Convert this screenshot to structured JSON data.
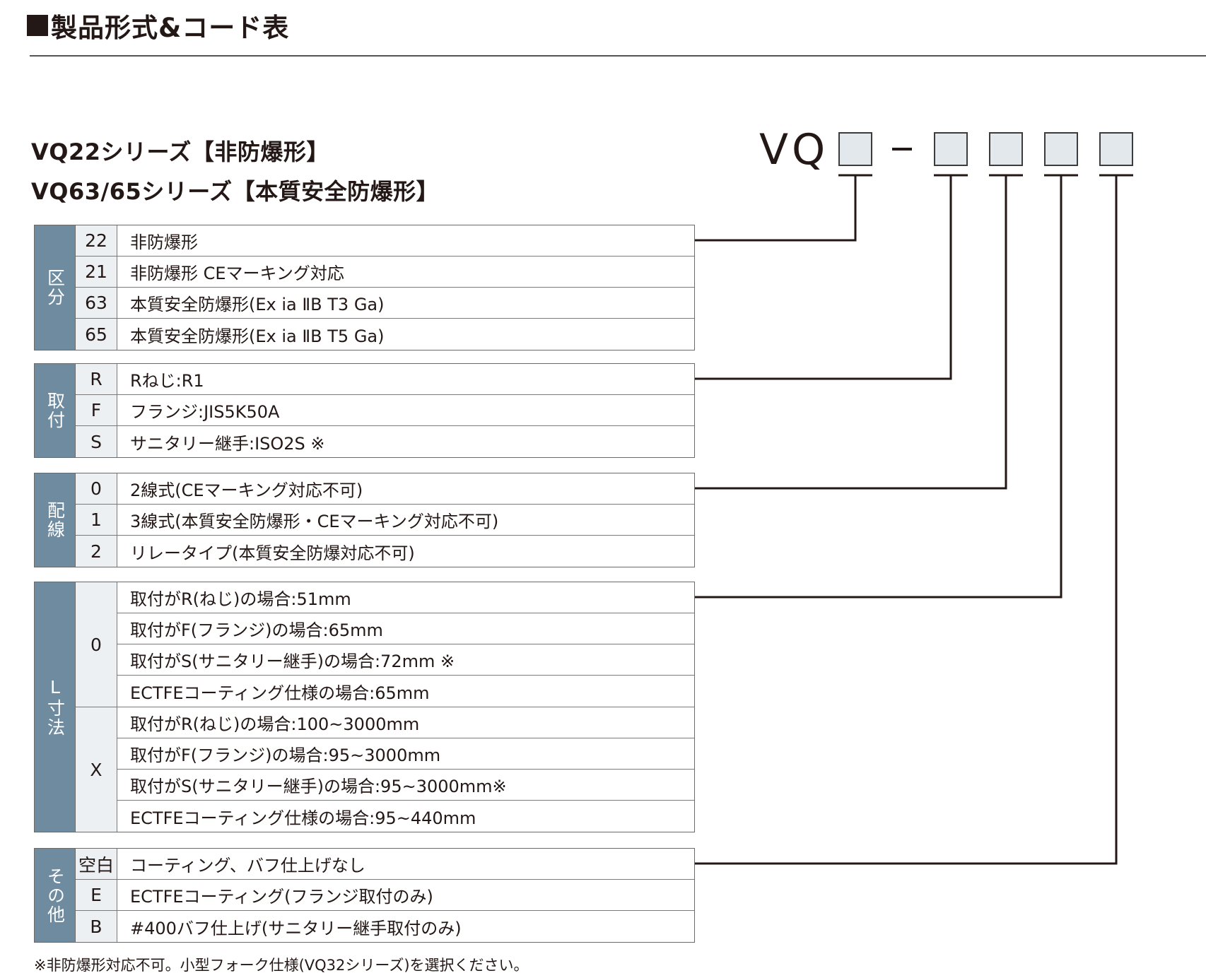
{
  "title": "製品形式&コード表",
  "series": {
    "line1": "VQ22シリーズ【非防爆形】",
    "line2": "VQ63/65シリーズ【本質安全防爆形】"
  },
  "code": {
    "prefix": "VQ"
  },
  "kubun": {
    "label": "区分",
    "rows": [
      {
        "code": "22",
        "desc": "非防爆形"
      },
      {
        "code": "21",
        "desc": "非防爆形 CEマーキング対応"
      },
      {
        "code": "63",
        "desc": "本質安全防爆形(Ex ia ⅡB T3 Ga)"
      },
      {
        "code": "65",
        "desc": "本質安全防爆形(Ex ia ⅡB T5 Ga)"
      }
    ]
  },
  "toritsuke": {
    "label": "取付",
    "rows": [
      {
        "code": "R",
        "desc": "Rねじ:R1"
      },
      {
        "code": "F",
        "desc": "フランジ:JIS5K50A"
      },
      {
        "code": "S",
        "desc": "サニタリー継手:ISO2S ※"
      }
    ]
  },
  "haisen": {
    "label": "配線",
    "rows": [
      {
        "code": "0",
        "desc": "2線式(CEマーキング対応不可)"
      },
      {
        "code": "1",
        "desc": "3線式(本質安全防爆形・CEマーキング対応不可)"
      },
      {
        "code": "2",
        "desc": "リレータイプ(本質安全防爆対応不可)"
      }
    ]
  },
  "l_sunpo": {
    "label": "L寸法",
    "groups": [
      {
        "code": "0",
        "rows": [
          "取付がR(ねじ)の場合:51mm",
          "取付がF(フランジ)の場合:65mm",
          "取付がS(サニタリー継手)の場合:72mm ※",
          "ECTFEコーティング仕様の場合:65mm"
        ]
      },
      {
        "code": "X",
        "rows": [
          "取付がR(ねじ)の場合:100~3000mm",
          "取付がF(フランジ)の場合:95~3000mm",
          "取付がS(サニタリー継手)の場合:95~3000mm※",
          "ECTFEコーティング仕様の場合:95~440mm"
        ]
      }
    ]
  },
  "sonota": {
    "label": "その他",
    "rows": [
      {
        "code": "空白",
        "desc": "コーティング、バフ仕上げなし"
      },
      {
        "code": "E",
        "desc": "ECTFEコーティング(フランジ取付のみ)"
      },
      {
        "code": "B",
        "desc": "#400バフ仕上げ(サニタリー継手取付のみ)"
      }
    ]
  },
  "footnote": "※非防爆形対応不可。小型フォーク仕様(VQ32シリーズ)を選択ください。",
  "colors": {
    "category_bg": "#6f8ba0",
    "code_bg": "#ecf0f3",
    "box_fill": "#e3e8ec",
    "text": "#231815"
  }
}
